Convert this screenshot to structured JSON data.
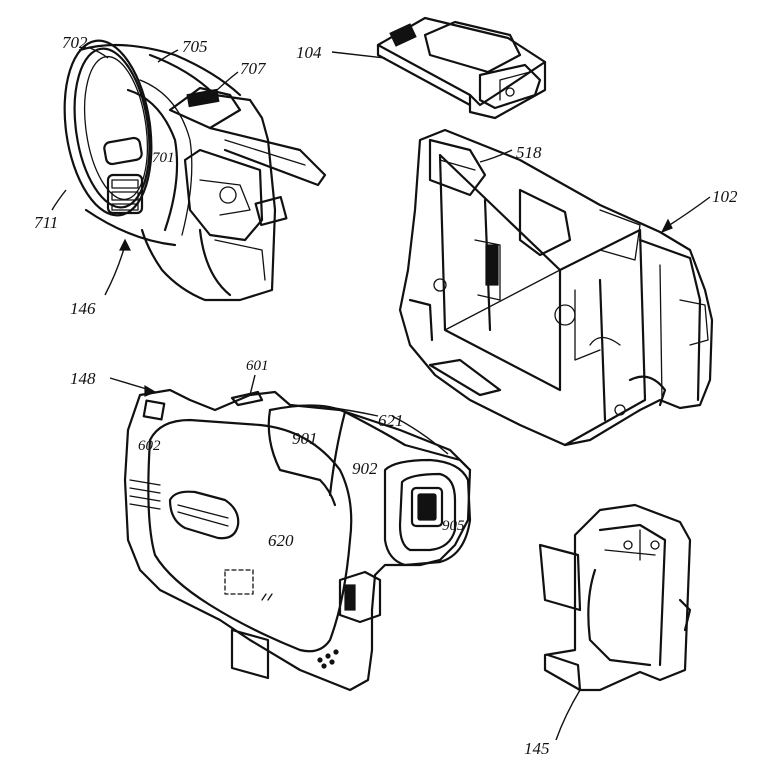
{
  "labels": {
    "l702": "702",
    "l705": "705",
    "l707": "707",
    "l701": "701",
    "l711": "711",
    "l146": "146",
    "l104": "104",
    "l518": "518",
    "l102": "102",
    "l148": "148",
    "l601": "601",
    "l602": "602",
    "l621": "621",
    "l901": "901",
    "l902": "902",
    "l905": "905",
    "l620": "620",
    "l145": "145"
  }
}
